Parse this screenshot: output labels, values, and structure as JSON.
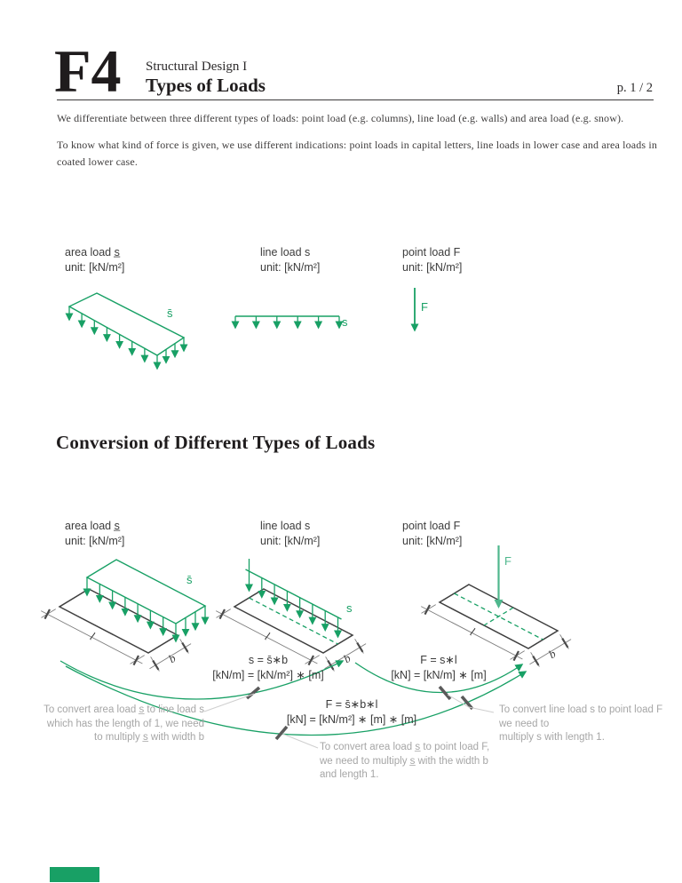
{
  "header": {
    "code": "F4",
    "course": "Structural Design I",
    "title": "Types of Loads",
    "page": "p. 1 / 2"
  },
  "intro": {
    "p1": "We differentiate between three different types of loads: point load (e.g. columns), line load (e.g. walls) and area load (e.g. snow).",
    "p2": "To know what kind of force is given, we use different indications: point loads in capital letters, line loads in lower case and area loads in coated lower case."
  },
  "section_title": "Conversion of Different Types of Loads",
  "loads": {
    "area": {
      "name": "area load s̲",
      "unit": "unit: [kN/m²]",
      "symbol": "s̄"
    },
    "line": {
      "name": "line load s",
      "unit": "unit: [kN/m²]",
      "symbol": "s"
    },
    "point": {
      "name": "point load F",
      "unit": "unit: [kN/m²]",
      "symbol": "F"
    }
  },
  "dimensions": {
    "length": "l",
    "width": "b"
  },
  "formulas": {
    "area_to_line": {
      "eq": "s = s̄∗b",
      "units": "[kN/m] = [kN/m²] ∗ [m]"
    },
    "line_to_point": {
      "eq": "F = s∗l",
      "units": "[kN] = [kN/m] ∗ [m]"
    },
    "area_to_point": {
      "eq": "F = s̄∗b∗l",
      "units": "[kN] = [kN/m²] ∗ [m] ∗ [m]"
    }
  },
  "annotations": {
    "area_to_line": {
      "l1": "To convert area load s̲ to line load s",
      "l2": "which has the length of 1, we need",
      "l3": "to multiply s̲ with width b"
    },
    "line_to_point": {
      "l1": "To convert line load s to point load F",
      "l2": "we need to",
      "l3": "multiply s with length 1."
    },
    "area_to_point": {
      "l1": "To convert area load s̲ to point load F,",
      "l2": "we need to multiply s̲ with the width b",
      "l3": "and length 1."
    }
  },
  "colors": {
    "green": "#18a065",
    "green_light": "#62bd96",
    "ink": "#3a3a3a",
    "annotation_gray": "#a6a6a6"
  }
}
